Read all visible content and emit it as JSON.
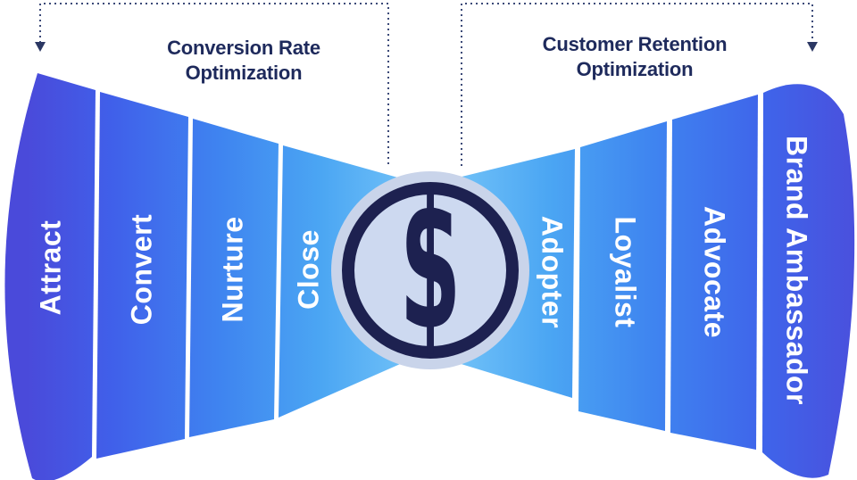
{
  "diagram": {
    "left_title": "Conversion Rate Optimization",
    "right_title": "Customer Retention Optimization",
    "stages": [
      {
        "label": "Attract",
        "side": "left"
      },
      {
        "label": "Convert",
        "side": "left"
      },
      {
        "label": "Nurture",
        "side": "left"
      },
      {
        "label": "Close",
        "side": "left"
      },
      {
        "label": "Adopter",
        "side": "right"
      },
      {
        "label": "Loyalist",
        "side": "right"
      },
      {
        "label": "Advocate",
        "side": "right"
      },
      {
        "label": "Brand Ambassador",
        "side": "right"
      }
    ],
    "center_symbol": "$",
    "colors": {
      "navy": "#1d2150",
      "header_text": "#1e2a5c",
      "funnel_outer_left": "#4a4ada",
      "funnel_outer_right": "#4a50dd",
      "funnel_mid": "#3f85f0",
      "funnel_center": "#74c4f8",
      "coin_fill": "#cdd9f0",
      "coin_halo": "#c9d4ea",
      "stage_label_text": "#ffffff",
      "dashed_line": "#3c4a78"
    }
  }
}
